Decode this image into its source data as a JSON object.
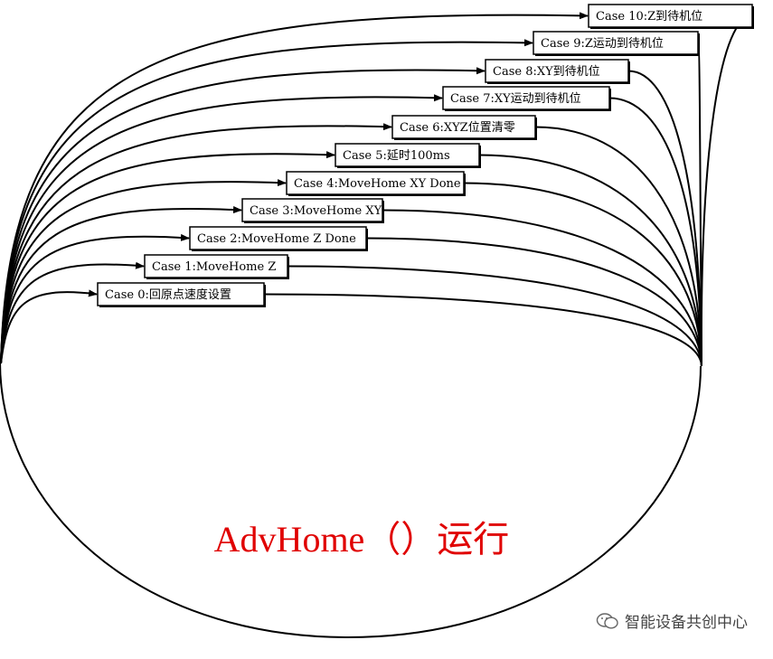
{
  "colors": {
    "line": "#000000",
    "title": "#e00000",
    "watermark": "#444444"
  },
  "cases": [
    "Case 0:回原点速度设置",
    "Case 1:MoveHome Z",
    "Case 2:MoveHome Z Done",
    "Case 3:MoveHome XY",
    "Case 4:MoveHome XY Done",
    "Case 5:延时100ms",
    "Case 6:XYZ位置清零",
    "Case 7:XY运动到待机位",
    "Case 8:XY到待机位",
    "Case 9:Z运动到待机位",
    "Case 10:Z到待机位"
  ],
  "title": "AdvHome（）运行",
  "watermark": {
    "icon": "wechat-icon",
    "text": "智能设备共创中心"
  }
}
